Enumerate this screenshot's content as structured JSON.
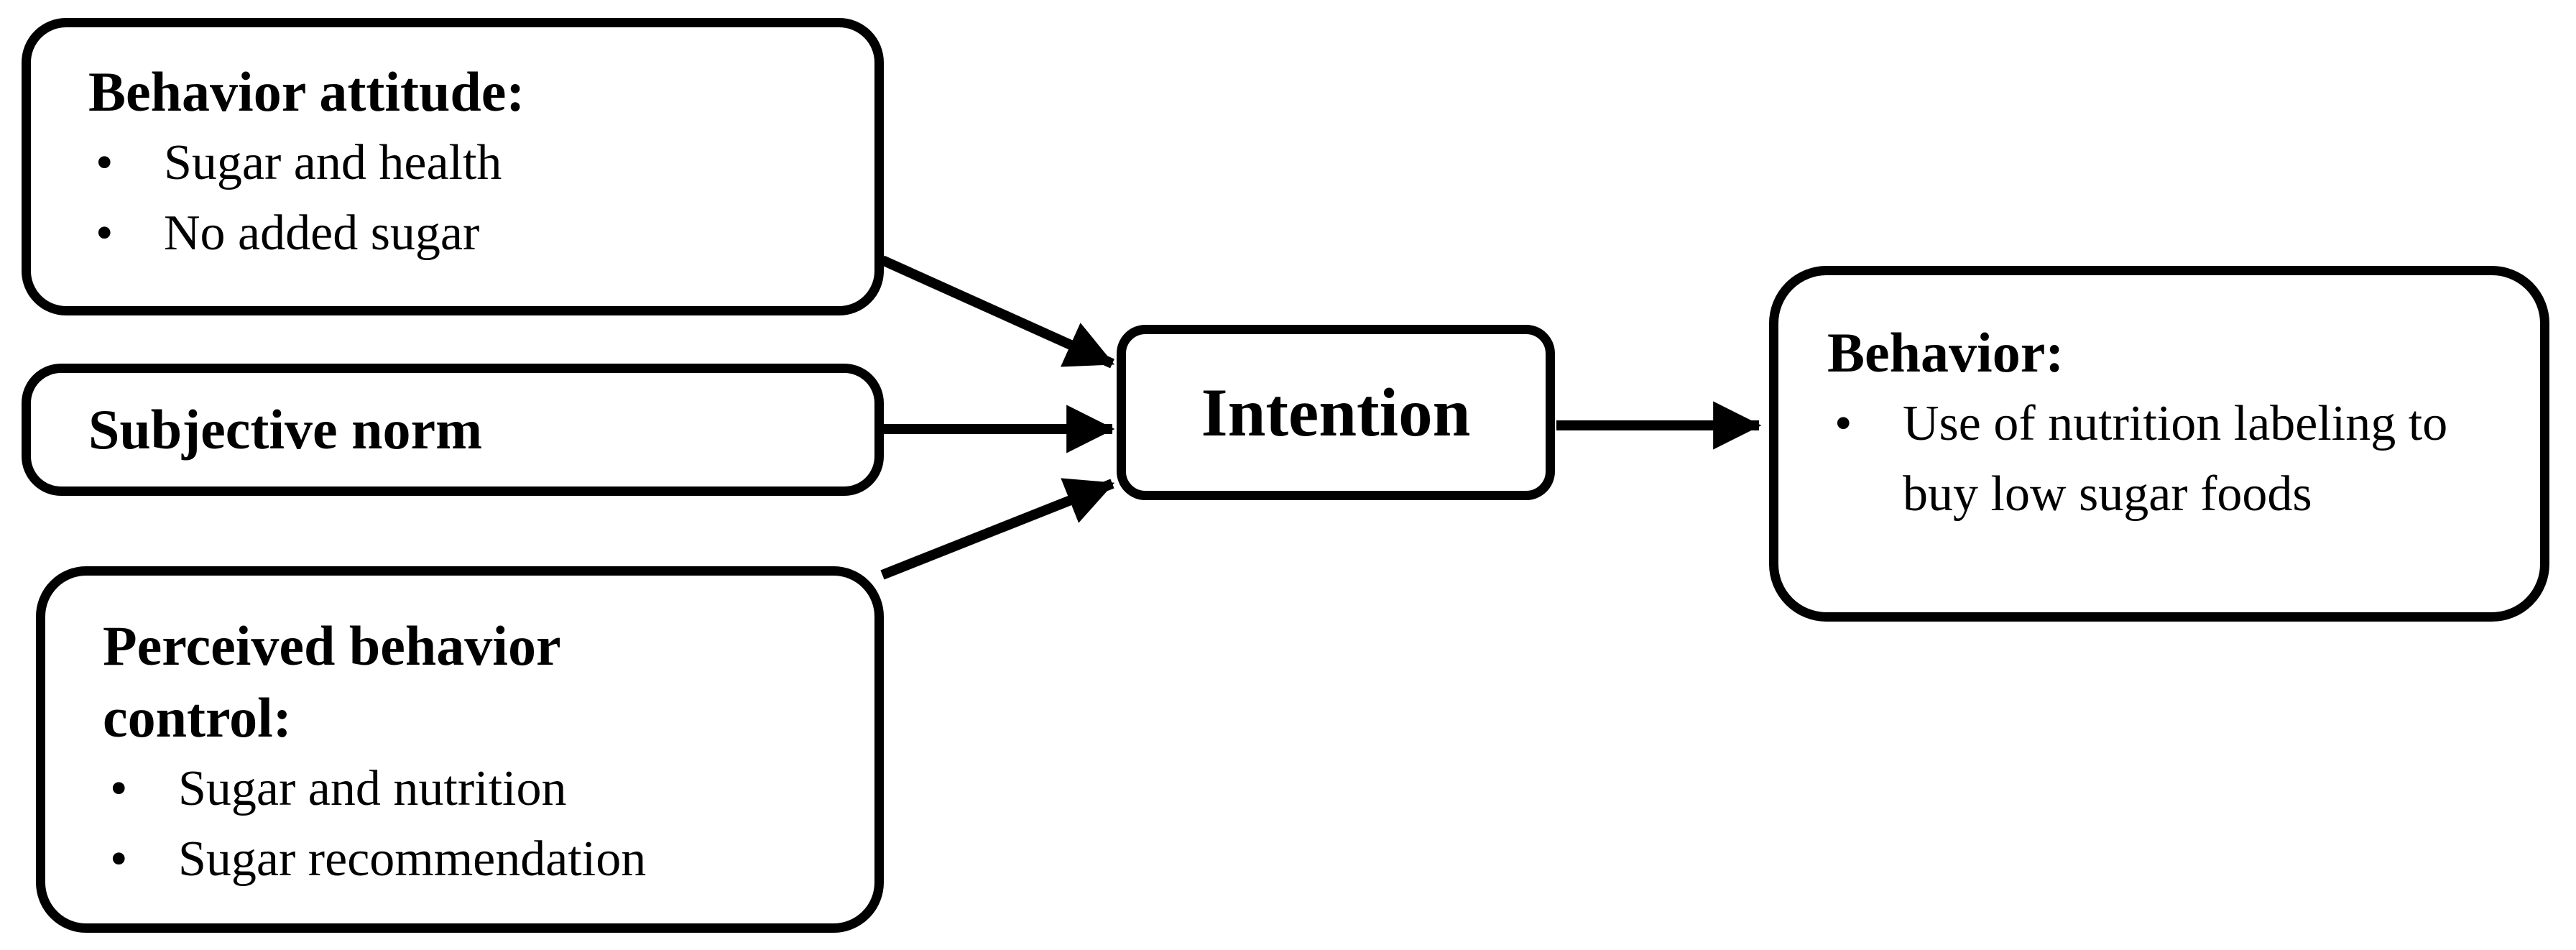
{
  "boxes": {
    "behavior_attitude": {
      "title": "Behavior attitude:",
      "items": [
        "Sugar and health",
        "No added sugar"
      ]
    },
    "subjective_norm": {
      "title": "Subjective norm"
    },
    "perceived_behavior_control": {
      "title": "Perceived behavior control:",
      "items": [
        "Sugar and nutrition",
        "Sugar recommendation"
      ]
    },
    "intention": {
      "title": "Intention"
    },
    "behavior": {
      "title": "Behavior:",
      "items": [
        "Use of nutrition labeling to buy low sugar foods"
      ]
    }
  },
  "edges": [
    {
      "from": "Behavior attitude",
      "to": "Intention"
    },
    {
      "from": "Subjective norm",
      "to": "Intention"
    },
    {
      "from": "Perceived behavior control",
      "to": "Intention"
    },
    {
      "from": "Intention",
      "to": "Behavior"
    }
  ],
  "colors": {
    "stroke": "#000000",
    "background": "#ffffff",
    "text": "#000000"
  }
}
